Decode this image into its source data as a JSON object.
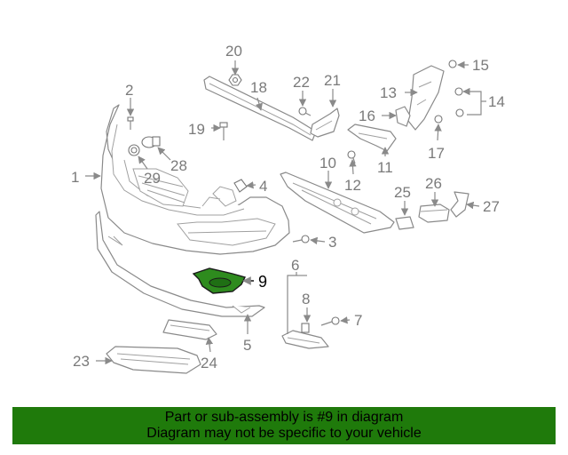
{
  "diagram": {
    "callouts": [
      "1",
      "2",
      "3",
      "4",
      "5",
      "6",
      "7",
      "8",
      "9",
      "10",
      "11",
      "12",
      "13",
      "14",
      "15",
      "16",
      "17",
      "18",
      "19",
      "20",
      "21",
      "22",
      "23",
      "24",
      "25",
      "26",
      "27",
      "28",
      "29"
    ],
    "highlighted_callout": "9",
    "colors": {
      "highlight": "#2e8b1e",
      "banner": "#1f7a0b",
      "line": "#8a8a8a"
    }
  },
  "banner": {
    "line1": "Part or sub-assembly is #9 in diagram",
    "line2": "Diagram may not be specific to your vehicle"
  }
}
